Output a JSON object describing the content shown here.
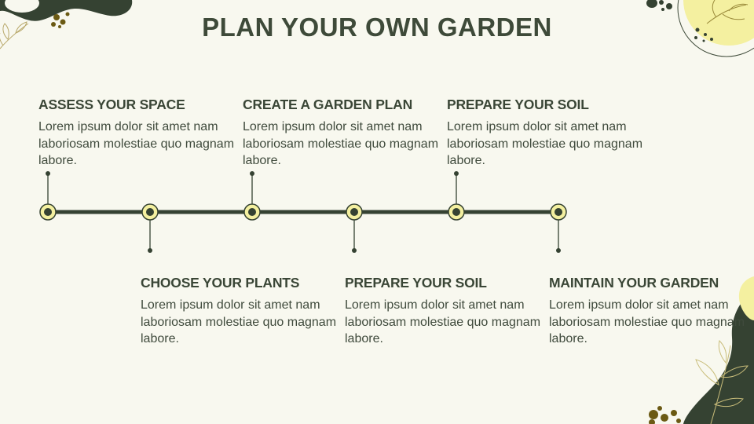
{
  "title": "PLAN YOUR OWN GARDEN",
  "steps": [
    {
      "title": "ASSESS YOUR SPACE",
      "body": "Lorem ipsum dolor sit amet nam laboriosam molestiae quo magnam labore."
    },
    {
      "title": "CHOOSE YOUR PLANTS",
      "body": "Lorem ipsum dolor sit amet nam laboriosam molestiae quo magnam labore."
    },
    {
      "title": "CREATE A GARDEN PLAN",
      "body": "Lorem ipsum dolor sit amet nam laboriosam molestiae quo magnam labore."
    },
    {
      "title": "PREPARE YOUR SOIL",
      "body": "Lorem ipsum dolor sit amet nam laboriosam molestiae quo magnam labore."
    },
    {
      "title": "PREPARE YOUR SOIL",
      "body": "Lorem ipsum dolor sit amet nam laboriosam molestiae quo magnam labore."
    },
    {
      "title": "MAINTAIN YOUR GARDEN",
      "body": "Lorem ipsum dolor sit amet nam laboriosam molestiae quo magnam labore."
    }
  ],
  "colors": {
    "background": "#f8f8ef",
    "dark_green": "#354232",
    "yellow": "#f4f0a0",
    "olive": "#6b5a14"
  },
  "decorations": [
    "top-left-blob",
    "leaf-sprig-icon",
    "top-right-sun-circle",
    "bottom-right-blob",
    "dots"
  ]
}
